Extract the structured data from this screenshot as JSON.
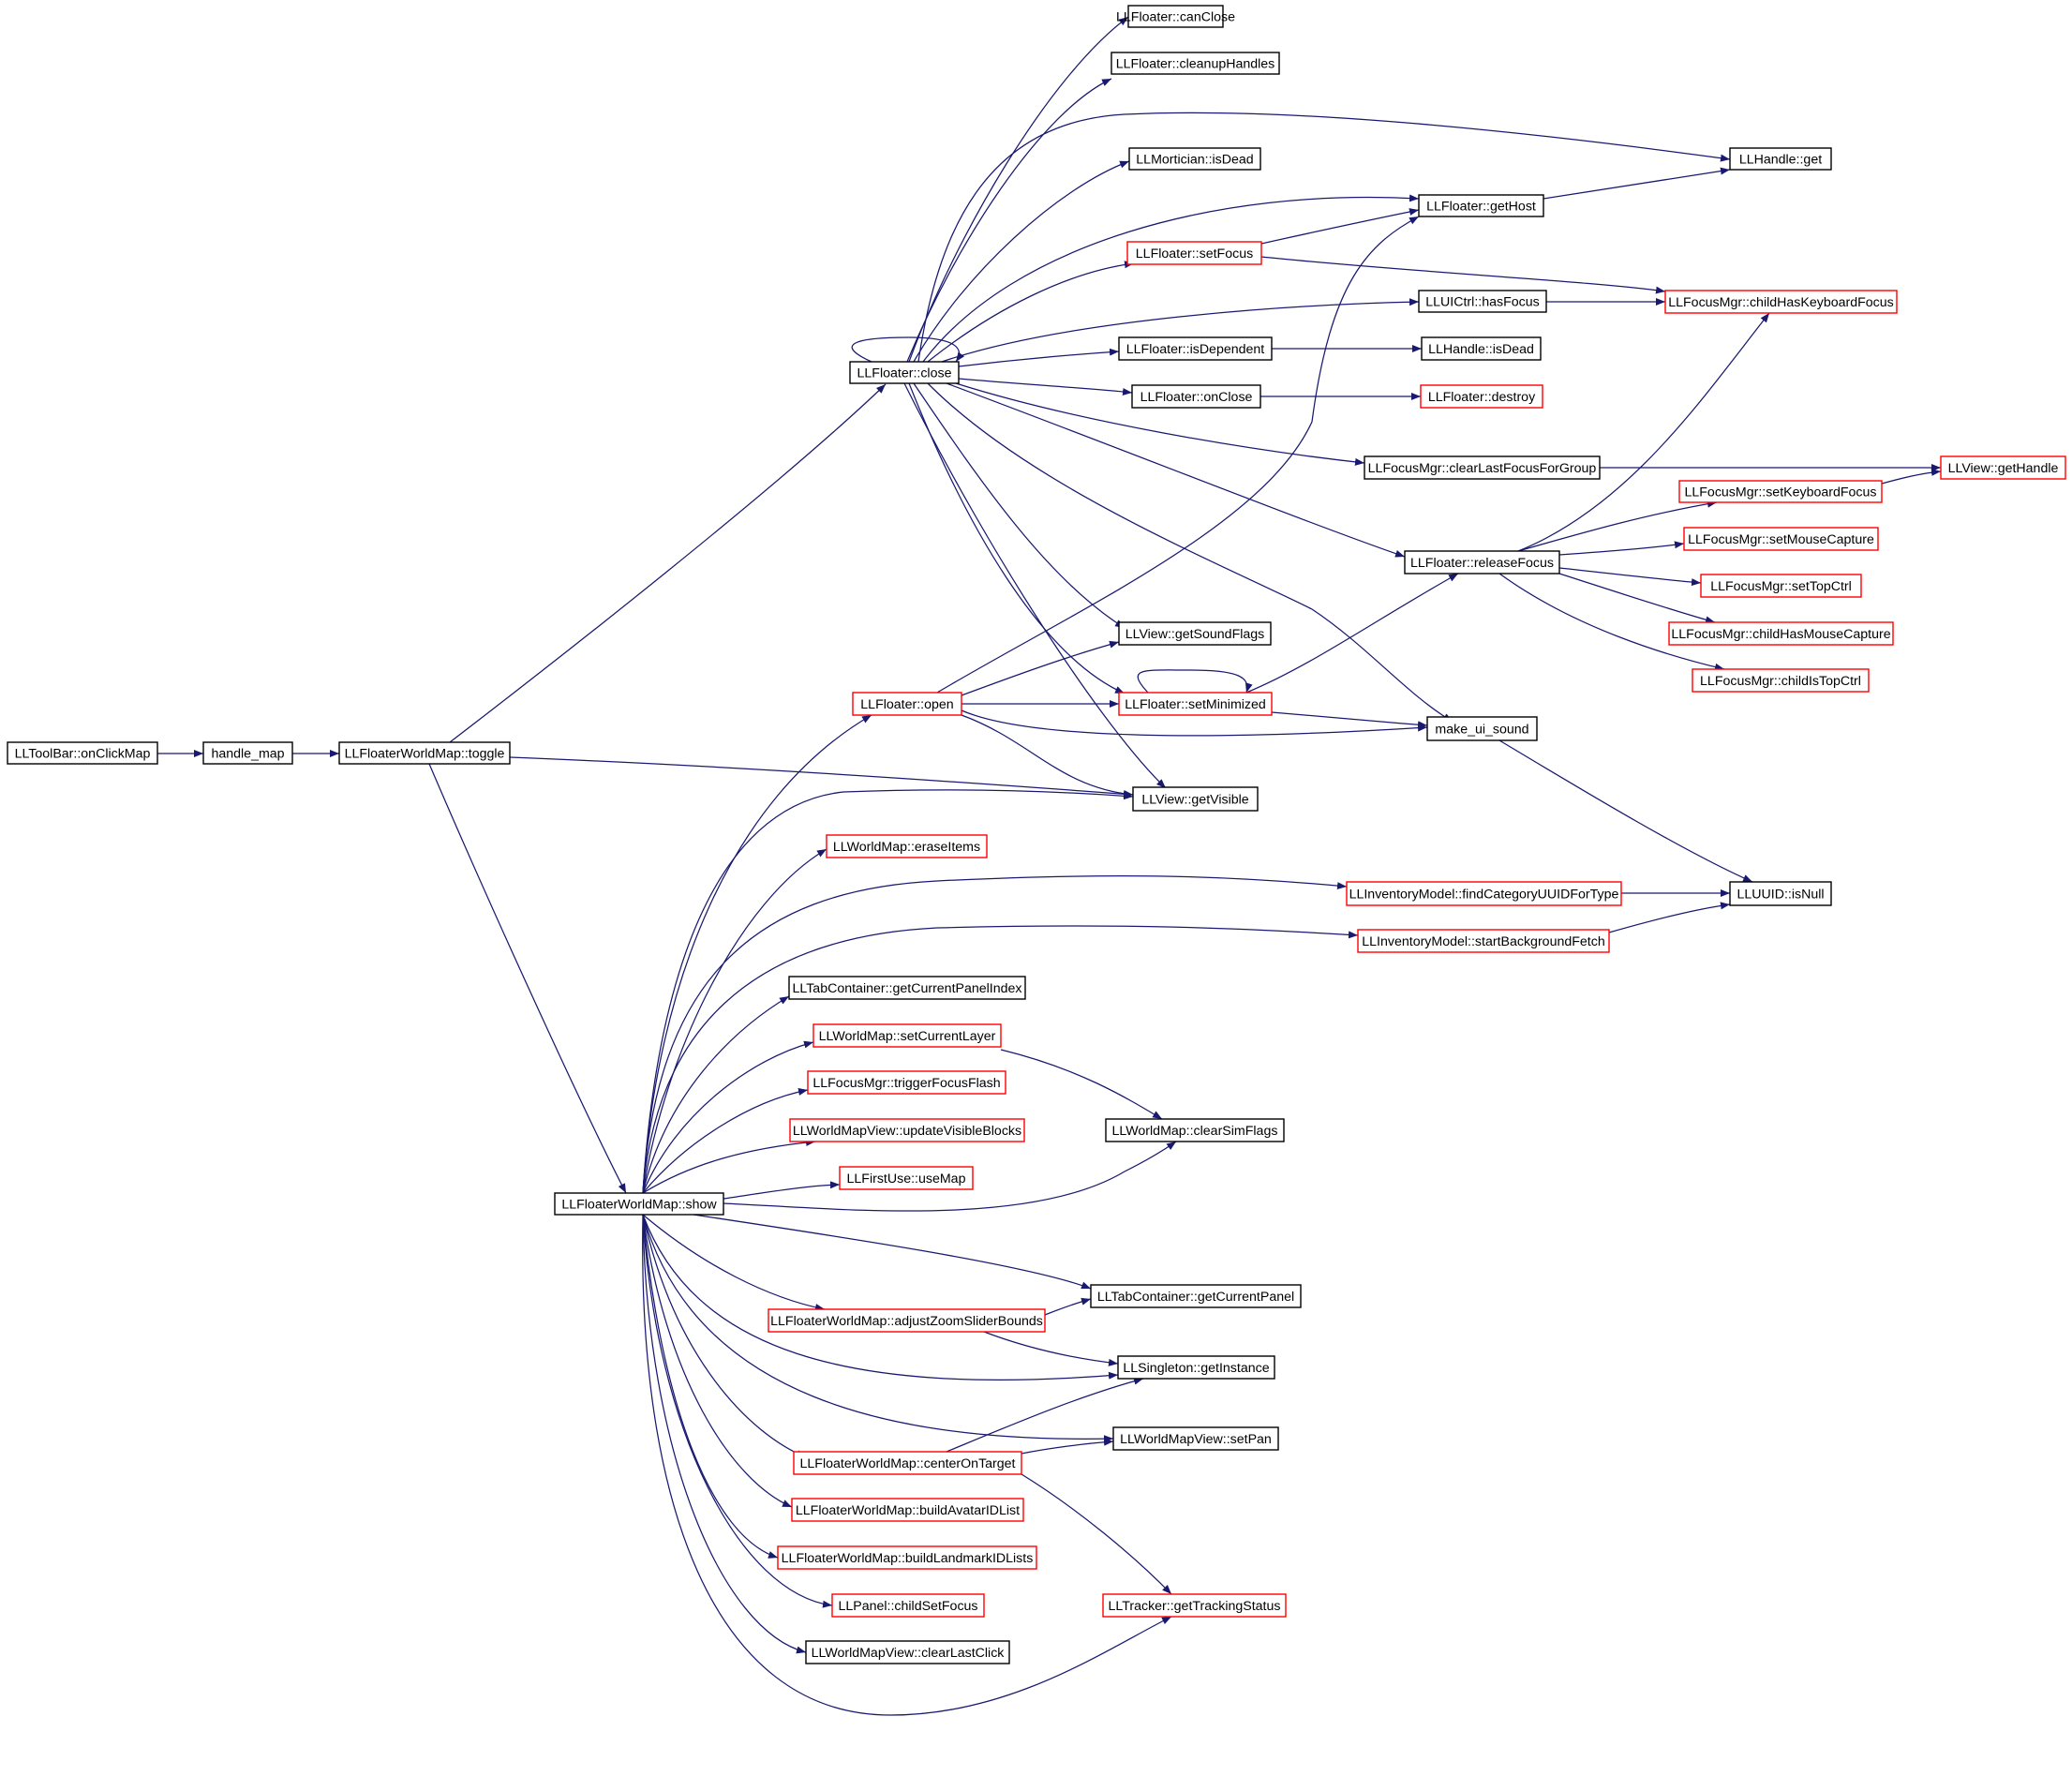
{
  "colors": {
    "edge": "#191970",
    "box_plain": "#000000",
    "box_truncated": "#ff0000",
    "root_fill": "#bfbfbf"
  },
  "root": "LLToolBar::onClickMap",
  "nodes": [
    {
      "id": "root",
      "label": "LLToolBar::onClickMap",
      "kind": "root"
    },
    {
      "id": "handle_map",
      "label": "handle_map",
      "kind": "plain"
    },
    {
      "id": "toggle",
      "label": "LLFloaterWorldMap::toggle",
      "kind": "plain"
    },
    {
      "id": "show",
      "label": "LLFloaterWorldMap::show",
      "kind": "plain"
    },
    {
      "id": "close",
      "label": "LLFloater::close",
      "kind": "plain"
    },
    {
      "id": "open",
      "label": "LLFloater::open",
      "kind": "truncated"
    },
    {
      "id": "canClose",
      "label": "LLFloater::canClose",
      "kind": "plain"
    },
    {
      "id": "cleanupHandles",
      "label": "LLFloater::cleanupHandles",
      "kind": "plain"
    },
    {
      "id": "isDead_m",
      "label": "LLMortician::isDead",
      "kind": "plain"
    },
    {
      "id": "getHost",
      "label": "LLFloater::getHost",
      "kind": "plain"
    },
    {
      "id": "setFocus",
      "label": "LLFloater::setFocus",
      "kind": "truncated"
    },
    {
      "id": "hasFocus",
      "label": "LLUICtrl::hasFocus",
      "kind": "plain"
    },
    {
      "id": "isDependent",
      "label": "LLFloater::isDependent",
      "kind": "plain"
    },
    {
      "id": "onClose",
      "label": "LLFloater::onClose",
      "kind": "plain"
    },
    {
      "id": "clearLastFocus",
      "label": "LLFocusMgr::clearLastFocusForGroup",
      "kind": "plain"
    },
    {
      "id": "releaseFocus",
      "label": "LLFloater::releaseFocus",
      "kind": "plain"
    },
    {
      "id": "getSoundFlags",
      "label": "LLView::getSoundFlags",
      "kind": "plain"
    },
    {
      "id": "setMinimized",
      "label": "LLFloater::setMinimized",
      "kind": "truncated"
    },
    {
      "id": "make_ui_sound",
      "label": "make_ui_sound",
      "kind": "plain"
    },
    {
      "id": "getVisible",
      "label": "LLView::getVisible",
      "kind": "plain"
    },
    {
      "id": "handle_get",
      "label": "LLHandle::get",
      "kind": "plain"
    },
    {
      "id": "childHasKbd",
      "label": "LLFocusMgr::childHasKeyboardFocus",
      "kind": "truncated"
    },
    {
      "id": "handle_isDead",
      "label": "LLHandle::isDead",
      "kind": "plain"
    },
    {
      "id": "destroy",
      "label": "LLFloater::destroy",
      "kind": "truncated"
    },
    {
      "id": "getHandle",
      "label": "LLView::getHandle",
      "kind": "truncated"
    },
    {
      "id": "setKbd",
      "label": "LLFocusMgr::setKeyboardFocus",
      "kind": "truncated"
    },
    {
      "id": "setMouse",
      "label": "LLFocusMgr::setMouseCapture",
      "kind": "truncated"
    },
    {
      "id": "setTopCtrl",
      "label": "LLFocusMgr::setTopCtrl",
      "kind": "truncated"
    },
    {
      "id": "childHasMouse",
      "label": "LLFocusMgr::childHasMouseCapture",
      "kind": "truncated"
    },
    {
      "id": "childIsTop",
      "label": "LLFocusMgr::childIsTopCtrl",
      "kind": "truncated"
    },
    {
      "id": "eraseItems",
      "label": "LLWorldMap::eraseItems",
      "kind": "truncated"
    },
    {
      "id": "findCategory",
      "label": "LLInventoryModel::findCategoryUUIDForType",
      "kind": "truncated"
    },
    {
      "id": "startBgFetch",
      "label": "LLInventoryModel::startBackgroundFetch",
      "kind": "truncated"
    },
    {
      "id": "isNull",
      "label": "LLUUID::isNull",
      "kind": "plain"
    },
    {
      "id": "getCurPanelIndex",
      "label": "LLTabContainer::getCurrentPanelIndex",
      "kind": "plain"
    },
    {
      "id": "setCurrentLayer",
      "label": "LLWorldMap::setCurrentLayer",
      "kind": "truncated"
    },
    {
      "id": "triggerFocusFlash",
      "label": "LLFocusMgr::triggerFocusFlash",
      "kind": "truncated"
    },
    {
      "id": "updateVisibleBlocks",
      "label": "LLWorldMapView::updateVisibleBlocks",
      "kind": "truncated"
    },
    {
      "id": "useMap",
      "label": "LLFirstUse::useMap",
      "kind": "truncated"
    },
    {
      "id": "clearSimFlags",
      "label": "LLWorldMap::clearSimFlags",
      "kind": "plain"
    },
    {
      "id": "getCurrentPanel",
      "label": "LLTabContainer::getCurrentPanel",
      "kind": "plain"
    },
    {
      "id": "adjustZoom",
      "label": "LLFloaterWorldMap::adjustZoomSliderBounds",
      "kind": "truncated"
    },
    {
      "id": "getInstance",
      "label": "LLSingleton::getInstance",
      "kind": "plain"
    },
    {
      "id": "setPan",
      "label": "LLWorldMapView::setPan",
      "kind": "plain"
    },
    {
      "id": "centerOnTarget",
      "label": "LLFloaterWorldMap::centerOnTarget",
      "kind": "truncated"
    },
    {
      "id": "buildAvatar",
      "label": "LLFloaterWorldMap::buildAvatarIDList",
      "kind": "truncated"
    },
    {
      "id": "buildLandmark",
      "label": "LLFloaterWorldMap::buildLandmarkIDLists",
      "kind": "truncated"
    },
    {
      "id": "childSetFocus",
      "label": "LLPanel::childSetFocus",
      "kind": "truncated"
    },
    {
      "id": "clearLastClick",
      "label": "LLWorldMapView::clearLastClick",
      "kind": "plain"
    },
    {
      "id": "getTracking",
      "label": "LLTracker::getTrackingStatus",
      "kind": "truncated"
    }
  ],
  "edges": [
    [
      "root",
      "handle_map"
    ],
    [
      "handle_map",
      "toggle"
    ],
    [
      "toggle",
      "close"
    ],
    [
      "toggle",
      "show"
    ],
    [
      "toggle",
      "getVisible"
    ],
    [
      "close",
      "close"
    ],
    [
      "close",
      "canClose"
    ],
    [
      "close",
      "cleanupHandles"
    ],
    [
      "close",
      "handle_get"
    ],
    [
      "close",
      "isDead_m"
    ],
    [
      "close",
      "getHost"
    ],
    [
      "close",
      "setFocus"
    ],
    [
      "close",
      "hasFocus"
    ],
    [
      "close",
      "isDependent"
    ],
    [
      "close",
      "onClose"
    ],
    [
      "close",
      "clearLastFocus"
    ],
    [
      "close",
      "releaseFocus"
    ],
    [
      "close",
      "getSoundFlags"
    ],
    [
      "close",
      "setMinimized"
    ],
    [
      "close",
      "make_ui_sound"
    ],
    [
      "close",
      "getVisible"
    ],
    [
      "getHost",
      "handle_get"
    ],
    [
      "setFocus",
      "getHost"
    ],
    [
      "setFocus",
      "childHasKbd"
    ],
    [
      "hasFocus",
      "childHasKbd"
    ],
    [
      "isDependent",
      "handle_isDead"
    ],
    [
      "onClose",
      "destroy"
    ],
    [
      "clearLastFocus",
      "getHandle"
    ],
    [
      "releaseFocus",
      "childHasKbd"
    ],
    [
      "releaseFocus",
      "setKbd"
    ],
    [
      "releaseFocus",
      "setMouse"
    ],
    [
      "releaseFocus",
      "setTopCtrl"
    ],
    [
      "releaseFocus",
      "childHasMouse"
    ],
    [
      "releaseFocus",
      "childIsTop"
    ],
    [
      "setKbd",
      "getHandle"
    ],
    [
      "open",
      "getHost"
    ],
    [
      "open",
      "getSoundFlags"
    ],
    [
      "open",
      "setMinimized"
    ],
    [
      "open",
      "make_ui_sound"
    ],
    [
      "open",
      "getVisible"
    ],
    [
      "setMinimized",
      "setMinimized"
    ],
    [
      "setMinimized",
      "releaseFocus"
    ],
    [
      "setMinimized",
      "make_ui_sound"
    ],
    [
      "make_ui_sound",
      "isNull"
    ],
    [
      "show",
      "open"
    ],
    [
      "show",
      "getVisible"
    ],
    [
      "show",
      "eraseItems"
    ],
    [
      "show",
      "findCategory"
    ],
    [
      "show",
      "startBgFetch"
    ],
    [
      "show",
      "getCurPanelIndex"
    ],
    [
      "show",
      "setCurrentLayer"
    ],
    [
      "show",
      "triggerFocusFlash"
    ],
    [
      "show",
      "updateVisibleBlocks"
    ],
    [
      "show",
      "useMap"
    ],
    [
      "show",
      "clearSimFlags"
    ],
    [
      "show",
      "getCurrentPanel"
    ],
    [
      "show",
      "adjustZoom"
    ],
    [
      "show",
      "getInstance"
    ],
    [
      "show",
      "setPan"
    ],
    [
      "show",
      "centerOnTarget"
    ],
    [
      "show",
      "buildAvatar"
    ],
    [
      "show",
      "buildLandmark"
    ],
    [
      "show",
      "childSetFocus"
    ],
    [
      "show",
      "clearLastClick"
    ],
    [
      "show",
      "getTracking"
    ],
    [
      "findCategory",
      "isNull"
    ],
    [
      "startBgFetch",
      "isNull"
    ],
    [
      "setCurrentLayer",
      "clearSimFlags"
    ],
    [
      "adjustZoom",
      "getCurrentPanel"
    ],
    [
      "adjustZoom",
      "getInstance"
    ],
    [
      "centerOnTarget",
      "getInstance"
    ],
    [
      "centerOnTarget",
      "setPan"
    ],
    [
      "centerOnTarget",
      "getTracking"
    ]
  ]
}
